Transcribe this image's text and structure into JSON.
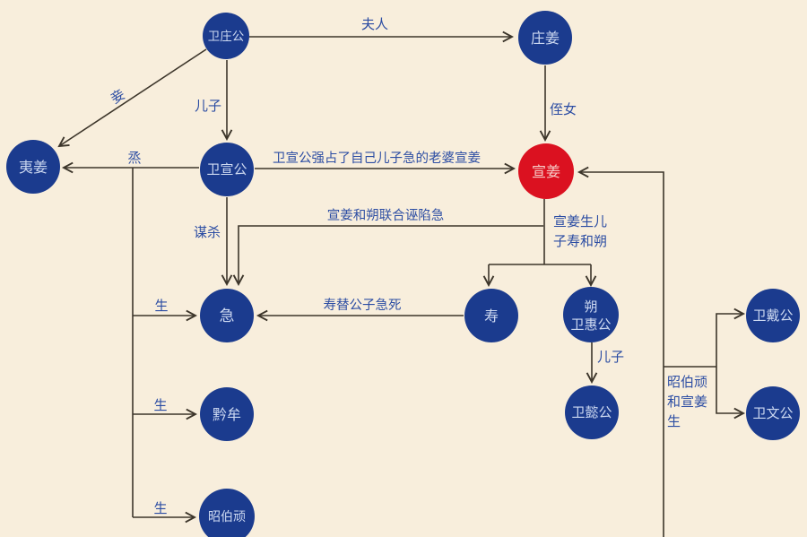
{
  "colors": {
    "bg": "#f8eedc",
    "node_blue": "#1b3b8e",
    "node_red": "#db1120",
    "node_text_blue": "#cdd9f1",
    "node_text_red": "#f6cdc8",
    "label_blue": "#2c4da3",
    "line": "#3c352a"
  },
  "nodes": {
    "wei_zhuang_gong": {
      "label": "卫庄公"
    },
    "zhuang_jiang": {
      "label": "庄姜"
    },
    "yi_jiang": {
      "label": "夷姜"
    },
    "wei_xuan_gong": {
      "label": "卫宣公"
    },
    "xuan_jiang": {
      "label": "宣姜"
    },
    "ji": {
      "label": "急"
    },
    "shou": {
      "label": "寿"
    },
    "shuo": {
      "line1": "朔",
      "line2": "卫惠公"
    },
    "wei_yi_gong": {
      "label": "卫懿公"
    },
    "wei_dai_gong": {
      "label": "卫戴公"
    },
    "wei_wen_gong": {
      "label": "卫文公"
    },
    "qian_mou": {
      "label": "黔牟"
    },
    "zhao_bo_wan": {
      "label": "昭伯顽"
    }
  },
  "edge_labels": {
    "furen": "夫人",
    "qie": "妾",
    "erzi_zhuang": "儿子",
    "zhinv": "侄女",
    "zheng": "烝",
    "qiangzhan": "卫宣公强占了自己儿子急的老婆宣姜",
    "wuxian": "宣姜和朔联合诬陷急",
    "mousha": "谋杀",
    "sheng_ji": "生",
    "sheng_qianmou": "生",
    "sheng_zhaobowan": "生",
    "shou_ti_si": "寿替公子急死",
    "xj_sons": {
      "line1": "宣姜生儿",
      "line2": "子寿和朔"
    },
    "erzi_shuo": "儿子",
    "zbw_sheng": {
      "line1": "昭伯顽",
      "line2": "和宣姜",
      "line3": "生"
    }
  }
}
